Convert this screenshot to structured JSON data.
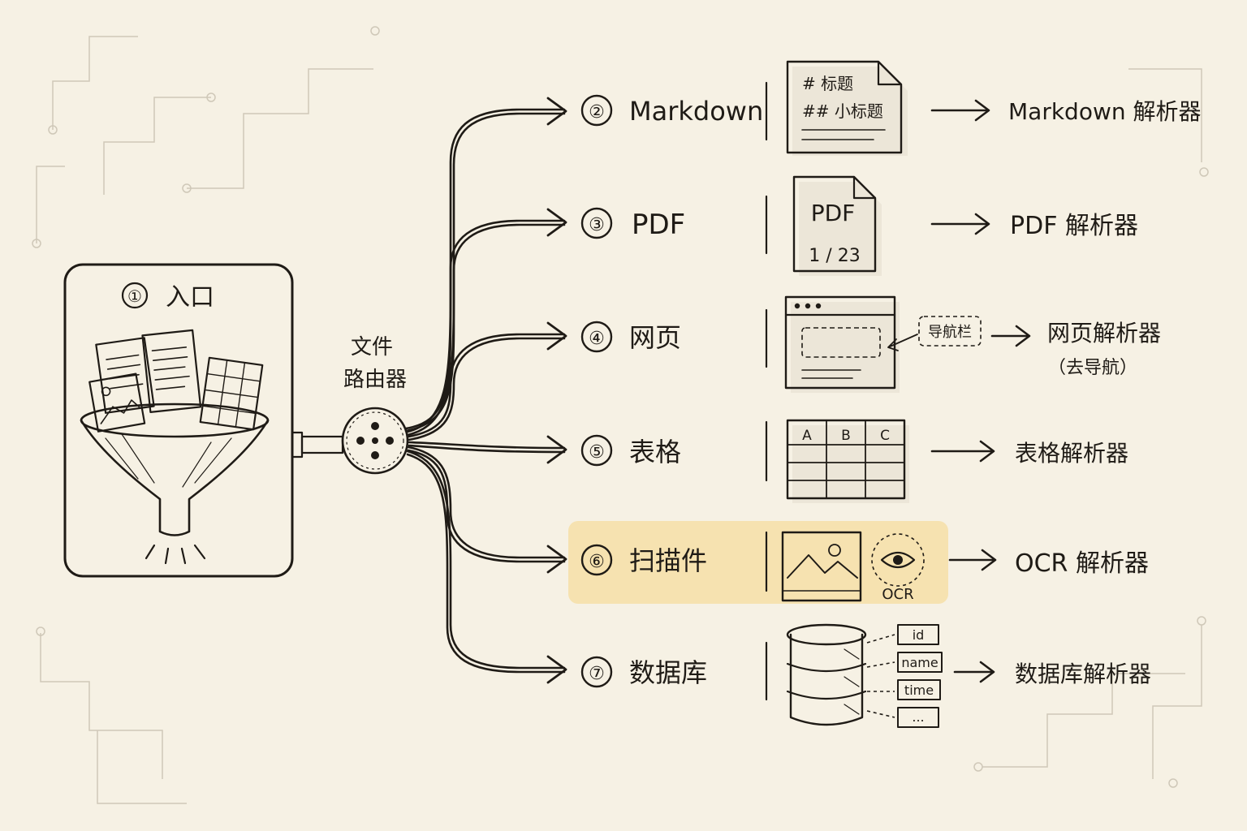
{
  "entry": {
    "number": "①",
    "label": "入口"
  },
  "router": {
    "line1": "文件",
    "line2": "路由器"
  },
  "branches": [
    {
      "key": "markdown",
      "number": "②",
      "label": "Markdown",
      "parser": "Markdown 解析器"
    },
    {
      "key": "pdf",
      "number": "③",
      "label": "PDF",
      "parser": "PDF 解析器"
    },
    {
      "key": "web",
      "number": "④",
      "label": "网页",
      "parser": "网页解析器",
      "parser_note": "（去导航）"
    },
    {
      "key": "table",
      "number": "⑤",
      "label": "表格",
      "parser": "表格解析器"
    },
    {
      "key": "scan",
      "number": "⑥",
      "label": "扫描件",
      "parser": "OCR 解析器",
      "highlighted": true
    },
    {
      "key": "database",
      "number": "⑦",
      "label": "数据库",
      "parser": "数据库解析器"
    }
  ],
  "markdown_doc": {
    "line1": "# 标题",
    "line2": "## 小标题"
  },
  "pdf_doc": {
    "title": "PDF",
    "page": "1 / 23"
  },
  "web_doc": {
    "nav_tag": "导航栏"
  },
  "table_doc": {
    "headers": [
      "A",
      "B",
      "C"
    ]
  },
  "scan_doc": {
    "ocr_label": "OCR"
  },
  "db_doc": {
    "fields": [
      "id",
      "name",
      "time",
      "..."
    ]
  },
  "colors": {
    "ink": "#1f1b16",
    "paper": "#f6f1e4",
    "highlight": "#f6e2b0",
    "entry_fill": "#f4e3b5"
  }
}
